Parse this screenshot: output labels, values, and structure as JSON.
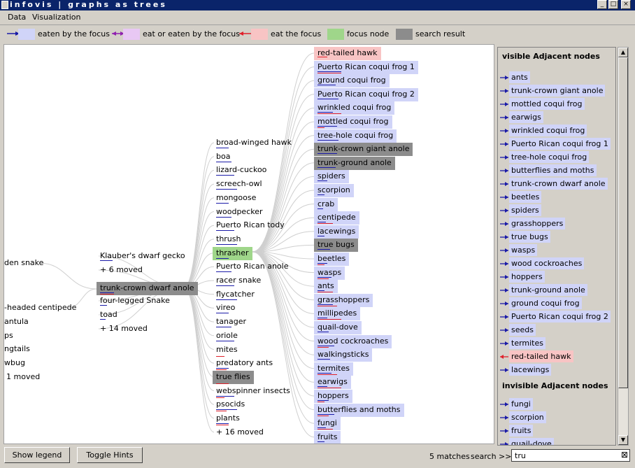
{
  "window": {
    "title": "infovis | graphs as trees",
    "controls": [
      "_",
      "□",
      "×"
    ]
  },
  "menu": [
    "Data",
    "Visualization"
  ],
  "legend": [
    {
      "label": "eaten by the focus",
      "color": "#d0d4f8",
      "arrow": "blue"
    },
    {
      "label": "eat or eaten by the focus",
      "color": "#e8c8f4",
      "arrow": "purple"
    },
    {
      "label": "eat the focus",
      "color": "#f8c4c4",
      "arrow": "red"
    },
    {
      "label": "focus node",
      "color": "#9fd68a"
    },
    {
      "label": "search result",
      "color": "#8c8c8c"
    }
  ],
  "colors": {
    "eaten": "#d0d4f8",
    "eat": "#f8c4c4",
    "focus": "#9fd68a",
    "search": "#8c8c8c",
    "blue_mark": "#1a1aa8",
    "red_mark": "#e0202a"
  },
  "tree": {
    "col1": [
      "den snake",
      "-headed centipede",
      "antula",
      "ps",
      "ngtails",
      "wbug",
      "1 moved"
    ],
    "col2": [
      "Klauber's dwarf gecko",
      "+ 6 moved",
      "trunk-crown dwarf anole",
      "four-legged Snake",
      "toad",
      "+ 14 moved"
    ],
    "col3": [
      "broad-winged hawk",
      "boa",
      "lizard-cuckoo",
      "screech-owl",
      "mongoose",
      "woodpecker",
      "Puerto Rican tody",
      "thrush",
      "thrasher",
      "Puerto Rican anole",
      "racer snake",
      "flycatcher",
      "vireo",
      "tanager",
      "oriole",
      "mites",
      "predatory ants",
      "true flies",
      "webspinner insects",
      "psocids",
      "plants",
      "+ 16 moved"
    ],
    "col4": [
      "red-tailed hawk",
      "Puerto Rican coqui frog 1",
      "ground coqui frog",
      "Puerto Rican coqui frog 2",
      "wrinkled coqui frog",
      "mottled coqui frog",
      "tree-hole coqui frog",
      "trunk-crown giant anole",
      "trunk-ground anole",
      "spiders",
      "scorpion",
      "crab",
      "centipede",
      "lacewings",
      "true bugs",
      "beetles",
      "wasps",
      "ants",
      "grasshoppers",
      "millipedes",
      "quail-dove",
      "wood cockroaches",
      "walkingsticks",
      "termites",
      "earwigs",
      "hoppers",
      "butterflies and moths",
      "fungi",
      "fruits"
    ]
  },
  "sidebar": {
    "visible_heading": "visible Adjacent nodes",
    "visible": [
      "ants",
      "trunk-crown giant anole",
      "mottled coqui frog",
      "earwigs",
      "wrinkled coqui frog",
      "Puerto Rican coqui frog 1",
      "tree-hole coqui frog",
      "butterflies and moths",
      "trunk-crown dwarf anole",
      "beetles",
      "spiders",
      "grasshoppers",
      "true bugs",
      "wasps",
      "wood cockroaches",
      "hoppers",
      "trunk-ground anole",
      "ground coqui frog",
      "Puerto Rican coqui frog 2",
      "seeds",
      "termites",
      "red-tailed hawk",
      "lacewings"
    ],
    "invisible_heading": "invisible Adjacent nodes",
    "invisible": [
      "fungi",
      "scorpion",
      "fruits",
      "quail-dove"
    ]
  },
  "bottom": {
    "show_legend": "Show legend",
    "toggle_hints": "Toggle Hints",
    "matches": "5 matches",
    "search_label": "search >>",
    "search_value": "tru"
  }
}
